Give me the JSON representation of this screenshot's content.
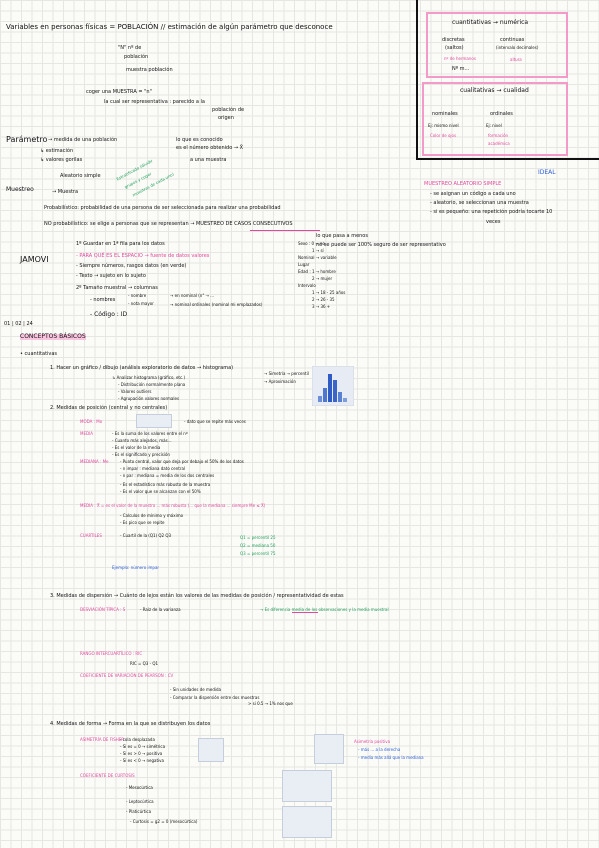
{
  "header": {
    "title": "Variables en personas físicas = POBLACIÓN // estimación de algún parámetro que desconoce",
    "n_label": "\"N\" nº de",
    "n_sub": "población",
    "n_sub2": "muestra población",
    "sample": "coger una MUESTRA = \"n\"",
    "represent": "la cual ser representativa : parecido a la",
    "represent2": "población de",
    "represent3": "origen"
  },
  "types_box": {
    "quant": "cuantitativas → numérica",
    "discrete": "discretas",
    "discrete_sub": "(saltos)",
    "continuous": "continuas",
    "continuous_sub": "(intervalo decimales)",
    "discrete_ex": "nº de hermanos",
    "continuous_ex": "altura",
    "nm": "Nº m...",
    "qual": "cualitativas → cualidad",
    "nominal": "nominales",
    "nominal_ex": "Ej: mismo nivel",
    "nominal_ex2": "Color de ojos",
    "ordinal": "ordinales",
    "ordinal_ex": "Ej: nivel",
    "ordinal_ex2": "formación",
    "ordinal_ex3": "académica"
  },
  "param": {
    "label": "Parámetro",
    "def": "→ medida de una población",
    "unknown": "lo que es conocido",
    "est": "↳ estimación",
    "est2": "↳ valores gorilas",
    "samples": "es el número obtenido → X̄",
    "samples2": "a una muestra"
  },
  "muestreo": {
    "label": "Muestreo",
    "simple": "Aleatorio simple",
    "muestra": "→ Muestra",
    "strat": "Estratificado (dividir",
    "strat2": "grupos y coger",
    "strat3": "muestras de cada uno)",
    "prob": "Probabilístico: probabilidad de una persona de ser seleccionada para realizar una probabilidad",
    "noprob": "NO probabilístico: se elige a personas que se representan → MUESTREO DE CASOS CONSECUTIVOS",
    "ideal": "IDEAL",
    "simple_right": "MUESTREO ALEATORIO SIMPLE",
    "r1": "- se asignan un código a cada uno",
    "r2": "- aleatorio, se seleccionan una muestra",
    "r3": "- si es pequeño: una repetición podría tocarte 10",
    "r3b": "veces",
    "c1": "lo que pasa a menos",
    "c2": "no se puede ser 100% seguro de ser representativo"
  },
  "jamovi": {
    "label": "JAMOVI",
    "i1": "1º Guardar en 1ª fila para los datos",
    "i2": "- PARA QUÉ ES EL ESPACIO → fuente de datos valores",
    "i3": "- Siempre números, rasgos datos (en verde)",
    "i4": "- Texto → sujeto en lo sujeto",
    "i5": "2º Tamaño muestral → columnas",
    "i6": "- nombres",
    "i6a": "- nombre",
    "i6b": "- nota mayor",
    "i6c": "→ en nominal (n° → ...",
    "i6d": "→ nominal ordinales (nominal mi emplazados)",
    "i7": "- Código : ID",
    "side1": "Sexo : 0 → no",
    "side2": "1 → sí",
    "side3": "Nominal → variable",
    "side4": "Lugar",
    "side5": "Edad : 1 → hombre",
    "side6": "2 → mujer",
    "side7": "Intervalo",
    "side8": "1 → 18 - 25 años",
    "side9": "2 → 26 - 35",
    "side10": "3 → 36 +"
  },
  "date": "01 | 02 | 24",
  "basic": {
    "title": "CONCEPTOS BÁSICOS",
    "sub": "• cuantitativas",
    "s1": "1. Hacer un gráfico / dibujo (análisis exploratorio de datos → histograma)",
    "s1a": "↳ Analizar histograma (gráfico, etc.)",
    "s1b": "- Distribución normalmente plana",
    "s1c": "- Valores outliers",
    "s1d": "- Agrupación valores normales",
    "s1e": "→ Simetría → percentil",
    "s1f": "→ Aproximación",
    "s2": "2. Medidas de posición (central y no centrales)",
    "moda": "MODA : Mo",
    "moda1": "- dato que se repite más veces",
    "media": "MEDIA",
    "media1": "- Es la suma de los valores entre el nº",
    "media2": "- Cuanto más alejados, más...",
    "media3": "- Es el valor de la media",
    "media4": "- Es el significado y precisión",
    "mediana": "MEDIANA : Me",
    "mediana1": "- Punto central, valor que deja por debajo el 50% de los datos",
    "mediana2": "- n impar : mediana dato central",
    "mediana3": "- n par : mediana = media de los dos centrales",
    "mediana4": "- Es el estadístico más robusto de la muestra",
    "mediana5": "- Es el valor que se alcanzan con el 50%",
    "media_b": "MEDIA : X̄ = es el valor de la muestra ... más robusta (... que la mediana ... siempre Me ≤ X̄)",
    "media_b1": "- Calculos de mínimo y máximo",
    "media_b2": "- Es pico que se repite",
    "cuartiles": "CUARTILES",
    "cuartiles1": "- Cuartil de la (Q1) Q2 Q3",
    "cuartiles2": "Q1 = percentil 25",
    "cuartiles3": "Q2 = mediana 50",
    "cuartiles4": "Q3 = percentil 75",
    "quartile_extra": "Ejemplo: número impar",
    "s3": "3. Medidas de dispersión → Cuánto de lejos están los valores de las medidas de posición / representatividad de estas",
    "desv": "DESVIACIÓN TÍPICA : S",
    "desv1": "- Raíz de la varianza",
    "desv2": "→ Es diferencia media de los observaciones y la media muestral",
    "rango": "RANGO INTERCUARTÍLICO : RIC",
    "rango1": "RIC = Q3 - Q1",
    "coef": "COEFICIENTE DE VARIACIÓN DE PEARSON : CV",
    "coef1": "- Sin unidades de medida",
    "coef2": "- Comparar la dispersión entre dos muestras",
    "coef3": "> si 0.5 → 1% nos que",
    "s4": "4. Medidas de forma → Forma en la que se distribuyen los datos",
    "asim": "ASIMETRÍA DE FISHER",
    "asim1": "- cola desplazada",
    "asim2": "- Si es = 0 → simétrica",
    "asim3": "- Si es > 0 → positiva",
    "asim4": "- Si es < 0 → negativa",
    "curt": "COEFICIENTE DE CURTOSIS",
    "curt1": "- Mesocúrtica",
    "curt2": "- Leptocúrtica",
    "curt3": "- Platicúrtica",
    "asim_right": "Asimetría positiva",
    "asim_right2": "- más ... a la derecha",
    "asim_right3": "- media más allá que la mediana",
    "curtosis_g": "- Curtosis = g2 = 0 (mesocúrtica)"
  }
}
